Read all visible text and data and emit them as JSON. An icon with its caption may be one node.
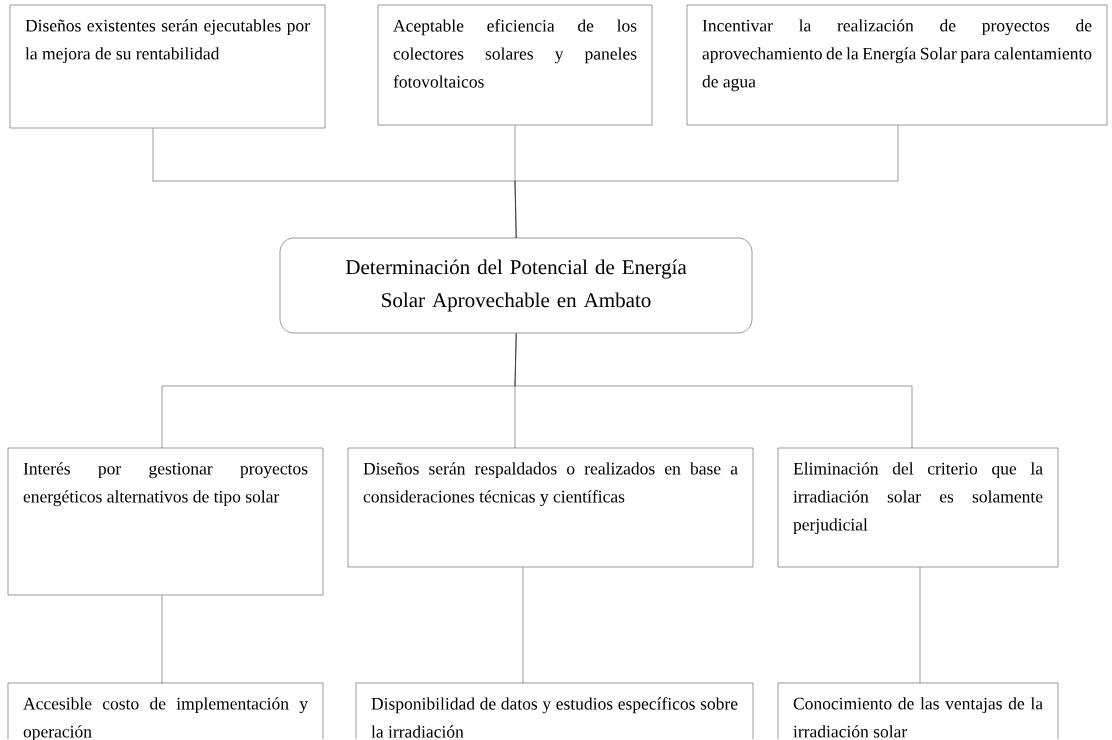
{
  "diagram": {
    "nodes": [
      {
        "text": [
          "Diseños existentes serán ejecutables por la mejora de su rentabilidad"
        ]
      },
      {
        "text": [
          "Aceptable eficiencia de los colectores solares y paneles fotovoltaicos"
        ]
      },
      {
        "text": [
          "Incentivar la realización de proyectos de aprovechamiento de la Energía Solar para calentamiento de agua"
        ]
      },
      {
        "text": [
          "Determinación del Potencial de Energía Solar Aprovechable en Ambato"
        ]
      },
      {
        "text": [
          "Interés por gestionar proyectos energéticos alternativos de tipo solar"
        ]
      },
      {
        "text": [
          "Diseños serán respaldados o realizados en base a consideraciones técnicas y científicas"
        ]
      },
      {
        "text": [
          "Eliminación del criterio que la irradiación solar es solamente perjudicial"
        ]
      },
      {
        "text": [
          "Accesible costo de implementación y operación"
        ]
      },
      {
        "text": [
          "Disponibilidad de datos y estudios específicos sobre la irradiación"
        ]
      },
      {
        "text": [
          "Conocimiento de las ventajas de la irradiación solar"
        ]
      }
    ],
    "edges": [
      {
        "from": 0,
        "to": 3,
        "arrow": "none"
      },
      {
        "from": 1,
        "to": 3,
        "arrow": "none"
      },
      {
        "from": 2,
        "to": 3,
        "arrow": "none"
      },
      {
        "from": 3,
        "to": 4,
        "arrow": "none"
      },
      {
        "from": 3,
        "to": 5,
        "arrow": "none"
      },
      {
        "from": 3,
        "to": 6,
        "arrow": "none"
      },
      {
        "from": 4,
        "to": 7,
        "arrow": "none"
      },
      {
        "from": 5,
        "to": 8,
        "arrow": "none"
      },
      {
        "from": 6,
        "to": 9,
        "arrow": "none"
      }
    ]
  }
}
